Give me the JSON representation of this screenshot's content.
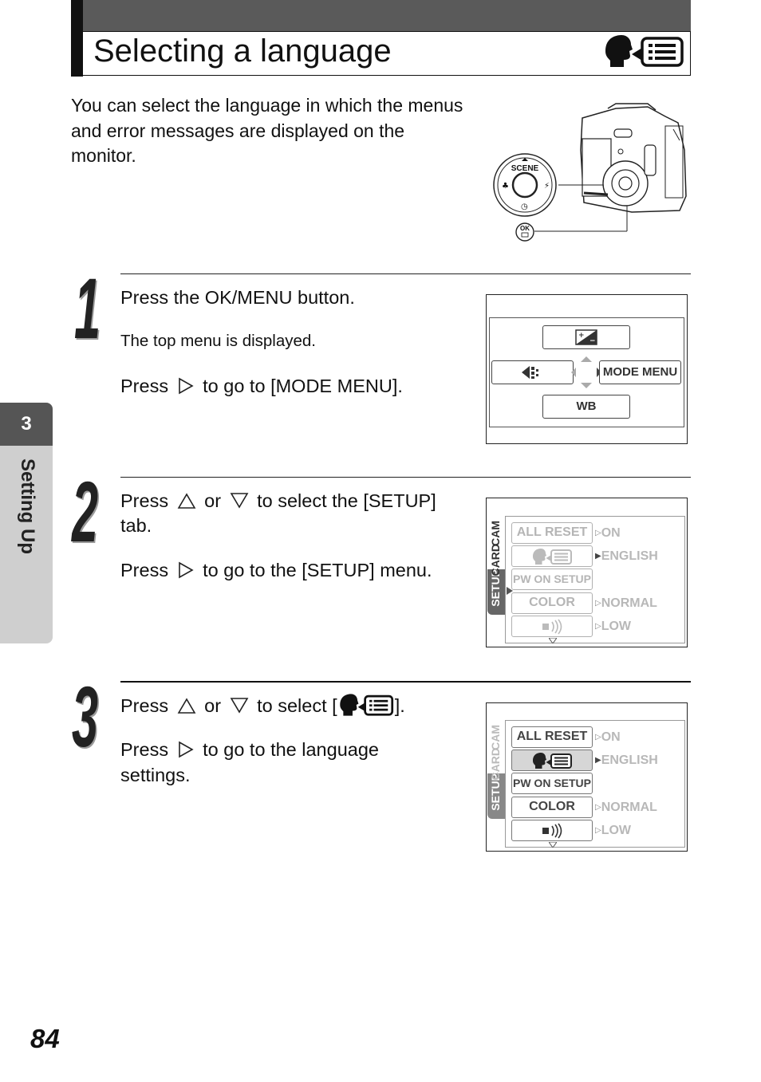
{
  "header": {
    "title": "Selecting a language"
  },
  "intro": "You can select the language in which the menus and error messages are displayed on the monitor.",
  "side_tab": {
    "number": "3",
    "label": "Setting Up"
  },
  "page_number": "84",
  "camera": {
    "dial_label": "SCENE",
    "ok_label": "OK"
  },
  "step1": {
    "number": "1",
    "line1": "Press the OK/MENU button.",
    "line2": "The top menu is displayed.",
    "line3_pre": "Press",
    "line3_post": "to go to [MODE MENU].",
    "screen": {
      "right": "MODE MENU",
      "bottom": "WB"
    }
  },
  "step2": {
    "number": "2",
    "l1_a": "Press",
    "l1_b": "or",
    "l1_c": "to select the [SETUP]",
    "l2": "tab.",
    "l3_pre": "Press",
    "l3_post": "to go to the [SETUP] menu."
  },
  "step3": {
    "number": "3",
    "l1_a": "Press",
    "l1_b": "or",
    "l1_c": "to select [",
    "l1_d": "].",
    "l2_pre": "Press",
    "l2_post": "to go to the language",
    "l3": "settings."
  },
  "menu": {
    "tabs": [
      "SETUP",
      "CARD",
      "CAM"
    ],
    "items": [
      "ALL RESET",
      "",
      "PW ON SETUP",
      "COLOR",
      ""
    ],
    "values": [
      "ON",
      "ENGLISH",
      "",
      "NORMAL",
      "LOW"
    ]
  }
}
